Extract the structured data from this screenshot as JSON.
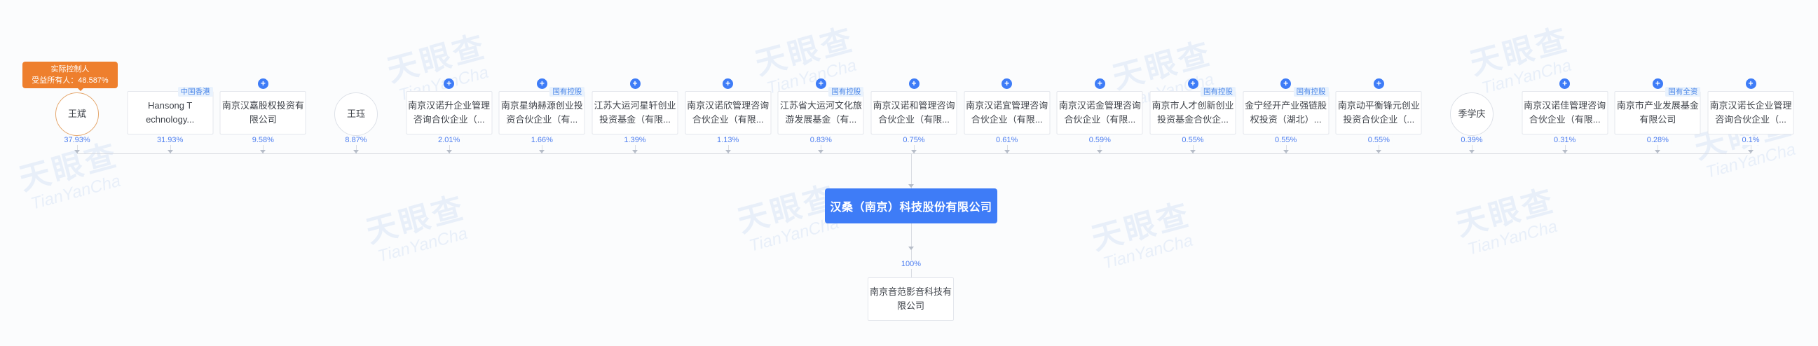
{
  "watermark": {
    "cn": "天眼查",
    "en": "TianYanCha"
  },
  "icons": {
    "expand": "+"
  },
  "colors": {
    "accent_blue": "#3e7cf7",
    "percent_blue": "#4d7ef0",
    "tag_blue": "#4a86e8",
    "badge_orange": "#ee7f2d",
    "controller_circle_border": "#e5a76d"
  },
  "controller_badge": {
    "line1": "实际控制人",
    "line2": "受益所有人：48.587%"
  },
  "company": {
    "name": "汉桑（南京）科技股份有限公司"
  },
  "shareholders": [
    {
      "name": "王斌",
      "type": "person",
      "percent": "37.93%",
      "controller": true
    },
    {
      "name": "Hansong T\nechnology...",
      "type": "company",
      "percent": "31.93%",
      "tag": "中国香港",
      "expand": false
    },
    {
      "name": "南京汉嘉股权投资有限公司",
      "type": "company",
      "percent": "9.58%",
      "expand": true
    },
    {
      "name": "王珏",
      "type": "person",
      "percent": "8.87%"
    },
    {
      "name": "南京汉诺升企业管理咨询合伙企业（...",
      "type": "company",
      "percent": "2.01%",
      "expand": true
    },
    {
      "name": "南京星纳赫源创业投资合伙企业（有...",
      "type": "company",
      "percent": "1.66%",
      "tag": "国有控股",
      "expand": true
    },
    {
      "name": "江苏大运河星轩创业投资基金（有限...",
      "type": "company",
      "percent": "1.39%",
      "expand": true
    },
    {
      "name": "南京汉诺欣管理咨询合伙企业（有限...",
      "type": "company",
      "percent": "1.13%",
      "expand": true
    },
    {
      "name": "江苏省大运河文化旅游发展基金（有...",
      "type": "company",
      "percent": "0.83%",
      "tag": "国有控股",
      "expand": true
    },
    {
      "name": "南京汉诺和管理咨询合伙企业（有限...",
      "type": "company",
      "percent": "0.75%",
      "expand": true
    },
    {
      "name": "南京汉诺宜管理咨询合伙企业（有限...",
      "type": "company",
      "percent": "0.61%",
      "expand": true
    },
    {
      "name": "南京汉诺金管理咨询合伙企业（有限...",
      "type": "company",
      "percent": "0.59%",
      "expand": true
    },
    {
      "name": "南京市人才创新创业投资基金合伙企...",
      "type": "company",
      "percent": "0.55%",
      "tag": "国有控股",
      "expand": true
    },
    {
      "name": "金宁经开产业强链股权投资（湖北）...",
      "type": "company",
      "percent": "0.55%",
      "tag": "国有控股",
      "expand": true
    },
    {
      "name": "南京动平衡锋元创业投资合伙企业（...",
      "type": "company",
      "percent": "0.55%",
      "expand": true
    },
    {
      "name": "季学庆",
      "type": "person",
      "percent": "0.39%"
    },
    {
      "name": "南京汉诺佳管理咨询合伙企业（有限...",
      "type": "company",
      "percent": "0.31%",
      "expand": true
    },
    {
      "name": "南京市产业发展基金有限公司",
      "type": "company",
      "percent": "0.28%",
      "tag": "国有全资",
      "expand": true
    },
    {
      "name": "南京汉诺长企业管理咨询合伙企业（...",
      "type": "company",
      "percent": "0.1%",
      "expand": true
    }
  ],
  "subsidiary": {
    "name": "南京音范影音科技有限公司",
    "percent": "100%"
  }
}
